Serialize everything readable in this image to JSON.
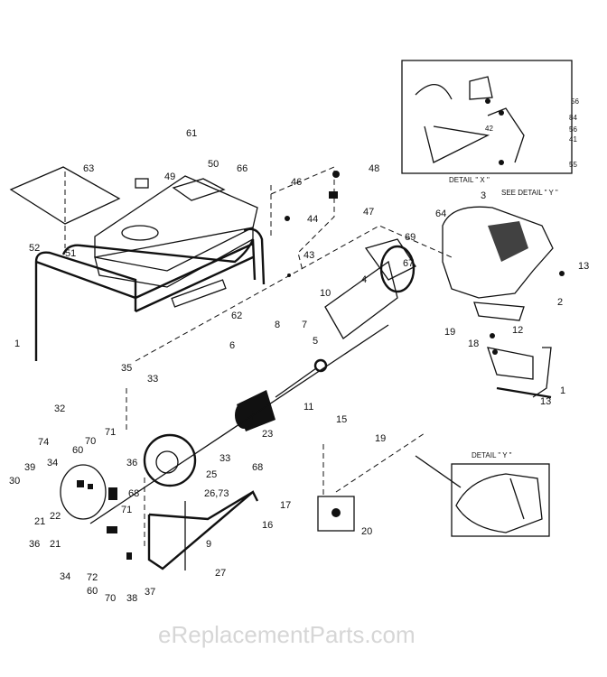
{
  "watermark": "eReplacementParts.com",
  "detail_x": {
    "caption": "DETAIL \" X \"",
    "labels": [
      "56",
      "84",
      "56",
      "41",
      "42",
      "55"
    ]
  },
  "detail_y": {
    "caption": "DETAIL \" Y \""
  },
  "see_detail": "SEE DETAIL \" Y \"",
  "callouts": [
    "63",
    "49",
    "61",
    "50",
    "66",
    "48",
    "46",
    "44",
    "47",
    "52",
    "51",
    "43",
    "62",
    "1",
    "10",
    "8",
    "7",
    "5",
    "4",
    "6",
    "11",
    "3",
    "64",
    "69",
    "67",
    "13",
    "2",
    "19",
    "12",
    "18",
    "1",
    "13",
    "35",
    "33",
    "32",
    "33",
    "23",
    "71",
    "74",
    "70",
    "60",
    "34",
    "39",
    "36",
    "30",
    "68",
    "25",
    "26,73",
    "21",
    "22",
    "68",
    "16",
    "17",
    "15",
    "19",
    "20",
    "36",
    "21",
    "71",
    "9",
    "27",
    "34",
    "72",
    "60",
    "70",
    "38",
    "37"
  ]
}
